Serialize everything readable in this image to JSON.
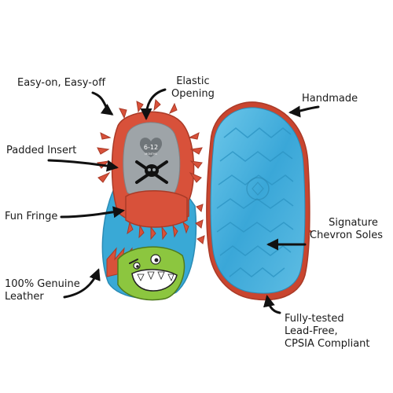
{
  "callouts": {
    "easy_on": "Easy-on, Easy-off",
    "elastic_1": "Elastic",
    "elastic_2": "Opening",
    "handmade": "Handmade",
    "padded": "Padded Insert",
    "fringe": "Fun Fringe",
    "signature_1": "Signature",
    "signature_2": "Chevron Soles",
    "genuine_1": "100% Genuine",
    "genuine_2": "Leather",
    "tested_1": "Fully-tested",
    "tested_2": "Lead-Free,",
    "tested_3": "CPSIA Compliant"
  },
  "insole": {
    "size": "6-12",
    "size_sub": "MONTHS"
  },
  "colors": {
    "leather_blue": "#39a9d6",
    "fringe_red": "#d8513a",
    "insole_gray": "#9ea4a8",
    "monster_green": "#8cc63f",
    "sole_blue": "#5bb8e0",
    "arrow": "#111111"
  }
}
